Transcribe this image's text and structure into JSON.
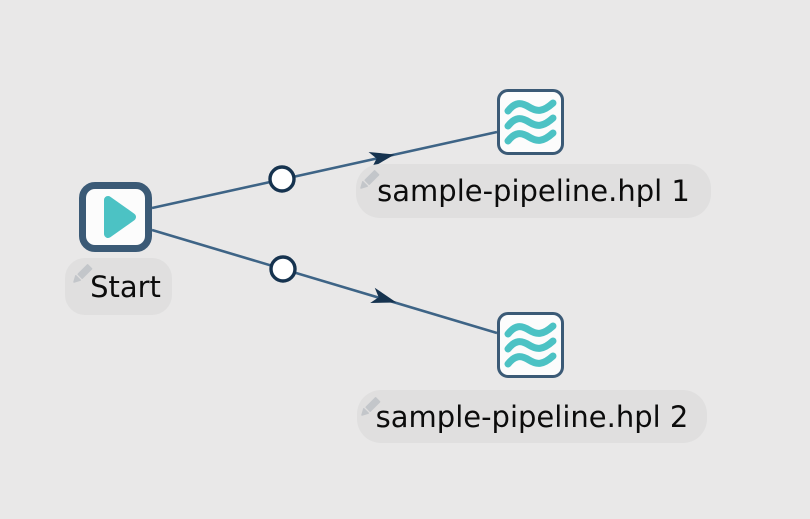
{
  "app": {
    "view": "workflow-editor-canvas"
  },
  "colors": {
    "canvas_bg": "#e9e8e8",
    "node_border": "#3b5a76",
    "accent_teal": "#4cc2c4",
    "hop_line": "#3e6486",
    "hop_marker": "#16334f",
    "label_bg": "#e0dfdf",
    "label_text": "#0c0c0c",
    "pencil_gray": "#c3c6ca"
  },
  "nodes": [
    {
      "id": "start",
      "type": "start-action",
      "label": "Start",
      "icon": "play-icon"
    },
    {
      "id": "pipeline-1",
      "type": "pipeline-action",
      "label": "sample-pipeline.hpl 1",
      "icon": "waves-pipeline-icon"
    },
    {
      "id": "pipeline-2",
      "type": "pipeline-action",
      "label": "sample-pipeline.hpl 2",
      "icon": "waves-pipeline-icon"
    }
  ],
  "hops": [
    {
      "from": "Start",
      "to": "sample-pipeline.hpl 1",
      "midpoint_marker": "circle",
      "end_marker": "arrowhead"
    },
    {
      "from": "Start",
      "to": "sample-pipeline.hpl 2",
      "midpoint_marker": "circle",
      "end_marker": "arrowhead"
    }
  ]
}
